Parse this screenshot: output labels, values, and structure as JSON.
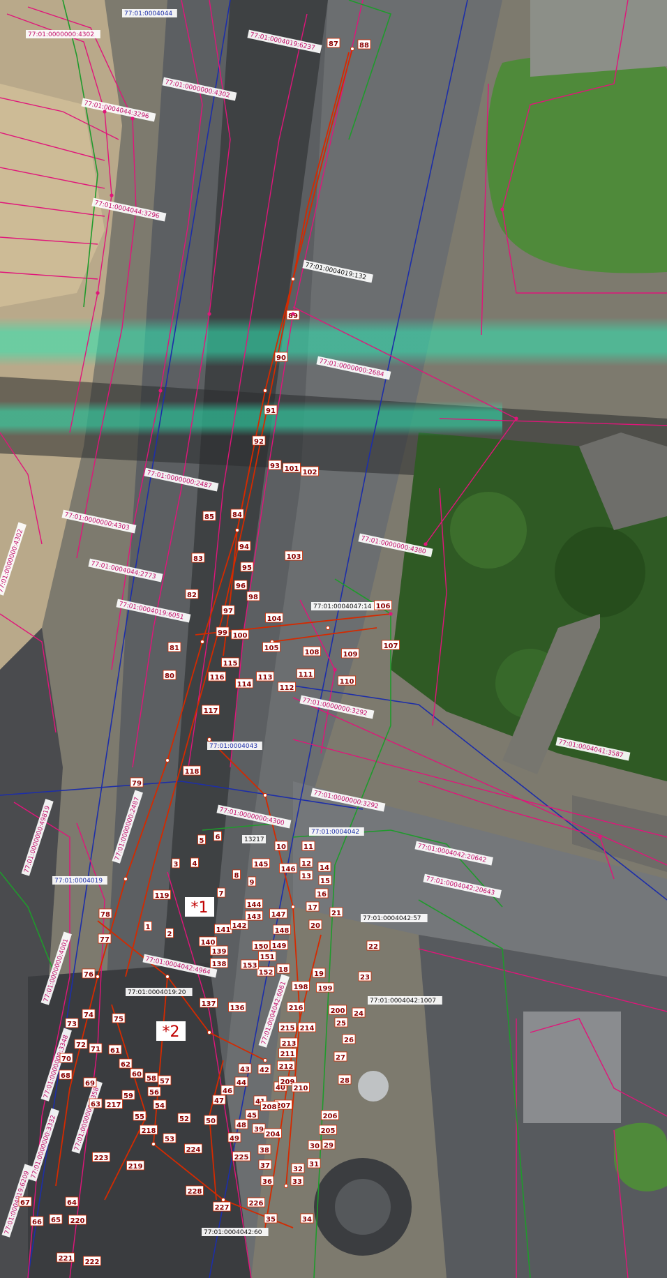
{
  "colors": {
    "cadastral_line": "#e0157a",
    "quarter_line": "#1d2ea8",
    "route_line": "#d42a00",
    "parcel_green": "#1f9a2c",
    "point_label_bg": "#ffffff",
    "point_label_text": "#8b0000",
    "cad_label_text_pink": "#c2106a",
    "cad_label_text_blue": "#1d2ea8",
    "marker_text": "#c00000"
  },
  "cad_labels": [
    {
      "text": "77:01:0004044",
      "color": "blue"
    },
    {
      "text": "77:01:0000000:4302",
      "color": "pink"
    },
    {
      "text": "77:01:0004019:6237",
      "color": "pink"
    },
    {
      "text": "77:01:0000000:4302",
      "color": "pink"
    },
    {
      "text": "77:01:0004044:3296",
      "color": "pink"
    },
    {
      "text": "77:01:0004044:3296",
      "color": "pink"
    },
    {
      "text": "77:01:0004019:132",
      "color": "black"
    },
    {
      "text": "77:01:0000000:2684",
      "color": "pink"
    },
    {
      "text": "77:01:0000000:2487",
      "color": "pink"
    },
    {
      "text": "77:01:0000000:4303",
      "color": "pink"
    },
    {
      "text": "77:01:0000000:4380",
      "color": "pink"
    },
    {
      "text": "77:01:0004044:2773",
      "color": "pink"
    },
    {
      "text": "77:01:0000000:4302",
      "color": "pink"
    },
    {
      "text": "77:01:0004047:14",
      "color": "black"
    },
    {
      "text": "77:01:0004019:6051",
      "color": "pink"
    },
    {
      "text": "77:01:0000000:3292",
      "color": "pink"
    },
    {
      "text": "77:01:0004043",
      "color": "blue"
    },
    {
      "text": "77:01:0004041:3587",
      "color": "pink"
    },
    {
      "text": "77:01:0000000:3292",
      "color": "pink"
    },
    {
      "text": "77:01:0000000:4300",
      "color": "pink"
    },
    {
      "text": "77:01:0004042",
      "color": "blue"
    },
    {
      "text": "77:01:0000000:2487",
      "color": "pink"
    },
    {
      "text": "77:01:0000000:49819",
      "color": "pink"
    },
    {
      "text": "77:01:0004042:20642",
      "color": "pink"
    },
    {
      "text": "77:01:0004042:20643",
      "color": "pink"
    },
    {
      "text": "77:01:0004019",
      "color": "blue"
    },
    {
      "text": "77:01:0004042:57",
      "color": "black"
    },
    {
      "text": "77:01:0004042:4964",
      "color": "pink"
    },
    {
      "text": "77:01:0004019:20",
      "color": "black"
    },
    {
      "text": "77:01:0004042:1007",
      "color": "black"
    },
    {
      "text": "77:01:0000000:4001",
      "color": "pink"
    },
    {
      "text": "77:01:0004042:6061",
      "color": "pink"
    },
    {
      "text": "77:01:0000000:3348",
      "color": "pink"
    },
    {
      "text": "77:01:0000000:3332",
      "color": "pink"
    },
    {
      "text": "77:01:0000000:3358",
      "color": "pink"
    },
    {
      "text": "77:01:0004042:60",
      "color": "black"
    },
    {
      "text": "77:01:0004019:6209",
      "color": "pink"
    },
    {
      "text": "13217",
      "color": "black"
    }
  ],
  "route_points": [
    "1",
    "2",
    "3",
    "4",
    "5",
    "6",
    "7",
    "8",
    "9",
    "10",
    "11",
    "12",
    "13",
    "14",
    "15",
    "16",
    "17",
    "18",
    "19",
    "20",
    "21",
    "22",
    "23",
    "24",
    "25",
    "26",
    "27",
    "28",
    "29",
    "30",
    "31",
    "32",
    "33",
    "34",
    "35",
    "36",
    "37",
    "38",
    "39",
    "40",
    "41",
    "42",
    "43",
    "44",
    "45",
    "46",
    "47",
    "48",
    "49",
    "50",
    "51",
    "52",
    "53",
    "54",
    "55",
    "56",
    "57",
    "58",
    "59",
    "60",
    "61",
    "62",
    "63",
    "64",
    "65",
    "66",
    "67",
    "68",
    "69",
    "70",
    "71",
    "72",
    "73",
    "74",
    "75",
    "76",
    "77",
    "78",
    "79",
    "80",
    "81",
    "82",
    "83",
    "84",
    "85",
    "87",
    "88",
    "89",
    "90",
    "91",
    "92",
    "93",
    "94",
    "95",
    "96",
    "97",
    "98",
    "99",
    "100",
    "101",
    "102",
    "103",
    "104",
    "105",
    "106",
    "107",
    "108",
    "109",
    "110",
    "111",
    "112",
    "113",
    "114",
    "115",
    "116",
    "117",
    "118",
    "119",
    "136",
    "137",
    "138",
    "139",
    "140",
    "141",
    "142",
    "143",
    "144",
    "145",
    "146",
    "147",
    "148",
    "149",
    "150",
    "151",
    "152",
    "153",
    "198",
    "199",
    "200",
    "204",
    "205",
    "206",
    "207",
    "208",
    "209",
    "210",
    "211",
    "212",
    "213",
    "214",
    "215",
    "216",
    "217",
    "218",
    "219",
    "220",
    "221",
    "222",
    "223",
    "224",
    "225",
    "226",
    "227",
    "228"
  ],
  "markers": [
    {
      "text": "*1"
    },
    {
      "text": "*2"
    }
  ]
}
